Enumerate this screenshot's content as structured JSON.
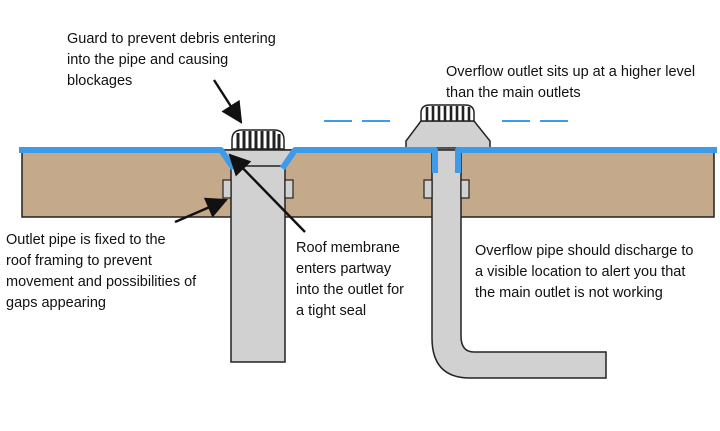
{
  "labels": {
    "guard": [
      "Guard to prevent debris entering",
      "into the pipe and causing",
      "blockages"
    ],
    "overflow_outlet": [
      "Overflow outlet sits up at a higher level",
      "than the main outlets"
    ],
    "outlet_pipe": [
      "Outlet pipe is fixed to the",
      "roof framing to prevent",
      "movement and possibilities of",
      "gaps appearing"
    ],
    "membrane": [
      "Roof membrane",
      "enters partway",
      "into the outlet for",
      "a tight seal"
    ],
    "overflow_pipe": [
      "Overflow pipe should discharge to",
      "a visible location to alert you that",
      "the main outlet is not working"
    ]
  },
  "colors": {
    "roof": "#c4a98a",
    "membrane": "#3d9be9",
    "pipe": "#d1d1d1",
    "outline": "#222222",
    "text": "#111111"
  }
}
